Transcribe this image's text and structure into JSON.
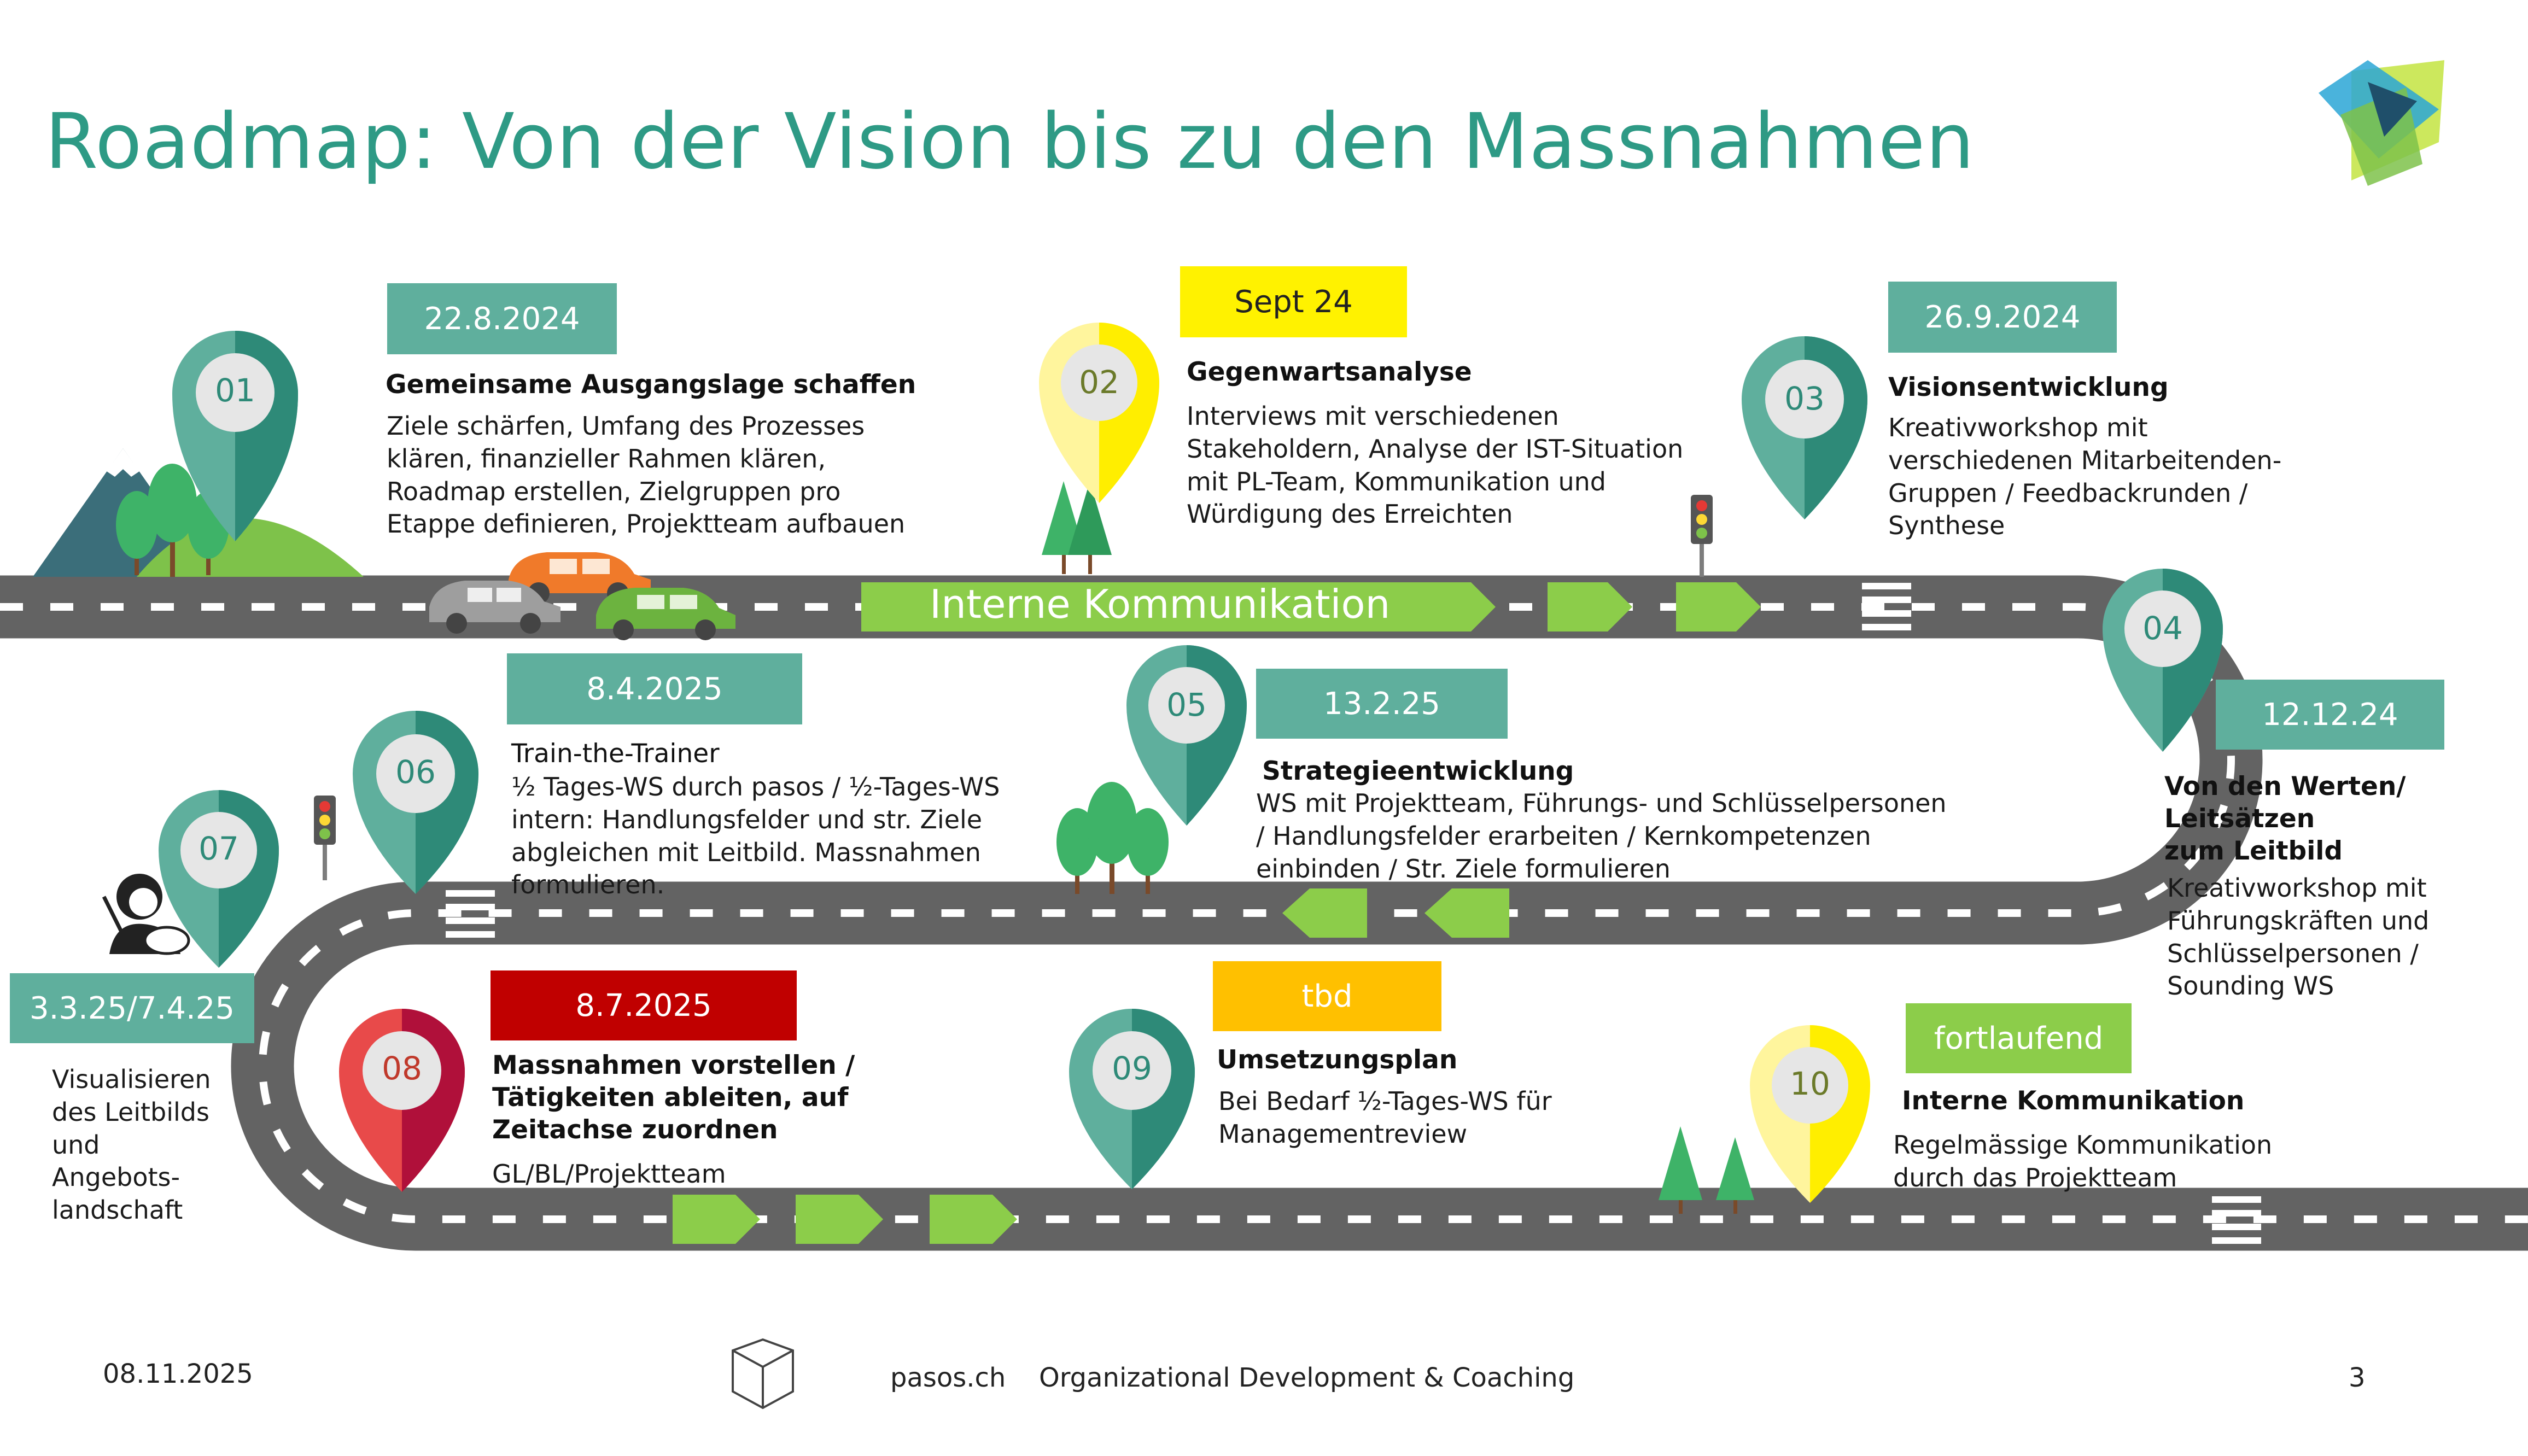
{
  "title": "Roadmap: Von der Vision bis zu den Massnahmen",
  "banner": "Interne Kommunikation",
  "colors": {
    "teal": "#5faf9d",
    "title": "#2e9a85",
    "road": "#636363",
    "arrow": "#8ccd4a",
    "yellow": "#fff200",
    "red": "#c00000",
    "orange": "#ffc000"
  },
  "steps": [
    {
      "num": "01",
      "date": "22.8.2024",
      "heading": "Gemeinsame Ausgangslage schaffen",
      "body": "Ziele schärfen, Umfang des Prozesses\nklären, finanzieller Rahmen klären,\nRoadmap erstellen, Zielgruppen pro\nEtappe definieren, Projektteam aufbauen"
    },
    {
      "num": "02",
      "date": "Sept 24",
      "heading": "Gegenwartsanalyse",
      "body": "Interviews mit verschiedenen\nStakeholdern, Analyse der IST-Situation\nmit PL-Team, Kommunikation und\nWürdigung des Erreichten"
    },
    {
      "num": "03",
      "date": "26.9.2024",
      "heading": "Visionsentwicklung",
      "body": "Kreativworkshop mit\nverschiedenen Mitarbeitenden-\nGruppen / Feedbackrunden /\nSynthese"
    },
    {
      "num": "04",
      "date": "12.12.24",
      "heading": "Von den Werten/\nLeitsätzen\nzum Leitbild",
      "body": "Kreativworkshop mit\nFührungskräften und\nSchlüsselpersonen /\nSounding WS"
    },
    {
      "num": "05",
      "date": "13.2.25",
      "heading": "Strategieentwicklung",
      "body": "WS mit Projektteam, Führungs- und Schlüsselpersonen\n/ Handlungsfelder erarbeiten / Kernkompetenzen\neinbinden / Str. Ziele formulieren"
    },
    {
      "num": "06",
      "date": "8.4.2025",
      "heading": "Train-the-Trainer",
      "body": "½ Tages-WS durch pasos / ½-Tages-WS\nintern: Handlungsfelder und str. Ziele\nabgleichen mit Leitbild. Massnahmen\nformulieren."
    },
    {
      "num": "07",
      "date": "3.3.25/7.4.25",
      "heading": "",
      "body": "Visualisieren\ndes Leitbilds\nund\nAngebots-\nlandschaft"
    },
    {
      "num": "08",
      "date": "8.7.2025",
      "heading": "Massnahmen vorstellen /\nTätigkeiten ableiten, auf\nZeitachse zuordnen",
      "body": "GL/BL/Projektteam"
    },
    {
      "num": "09",
      "date": "tbd",
      "heading": "Umsetzungsplan",
      "body": "Bei Bedarf ½-Tages-WS für\nManagementreview"
    },
    {
      "num": "10",
      "date": "fortlaufend",
      "heading": "Interne Kommunikation",
      "body": "Regelmässige Kommunikation\ndurch das Projektteam"
    }
  ],
  "footer": {
    "date": "08.11.2025",
    "site": "pasos.ch",
    "tagline": "Organizational Development & Coaching",
    "page": "3"
  },
  "icons": [
    "logo-icon",
    "mountain-icon",
    "tree-icon",
    "car-icon",
    "traffic-light-icon",
    "painter-icon",
    "footer-cube-icon"
  ]
}
